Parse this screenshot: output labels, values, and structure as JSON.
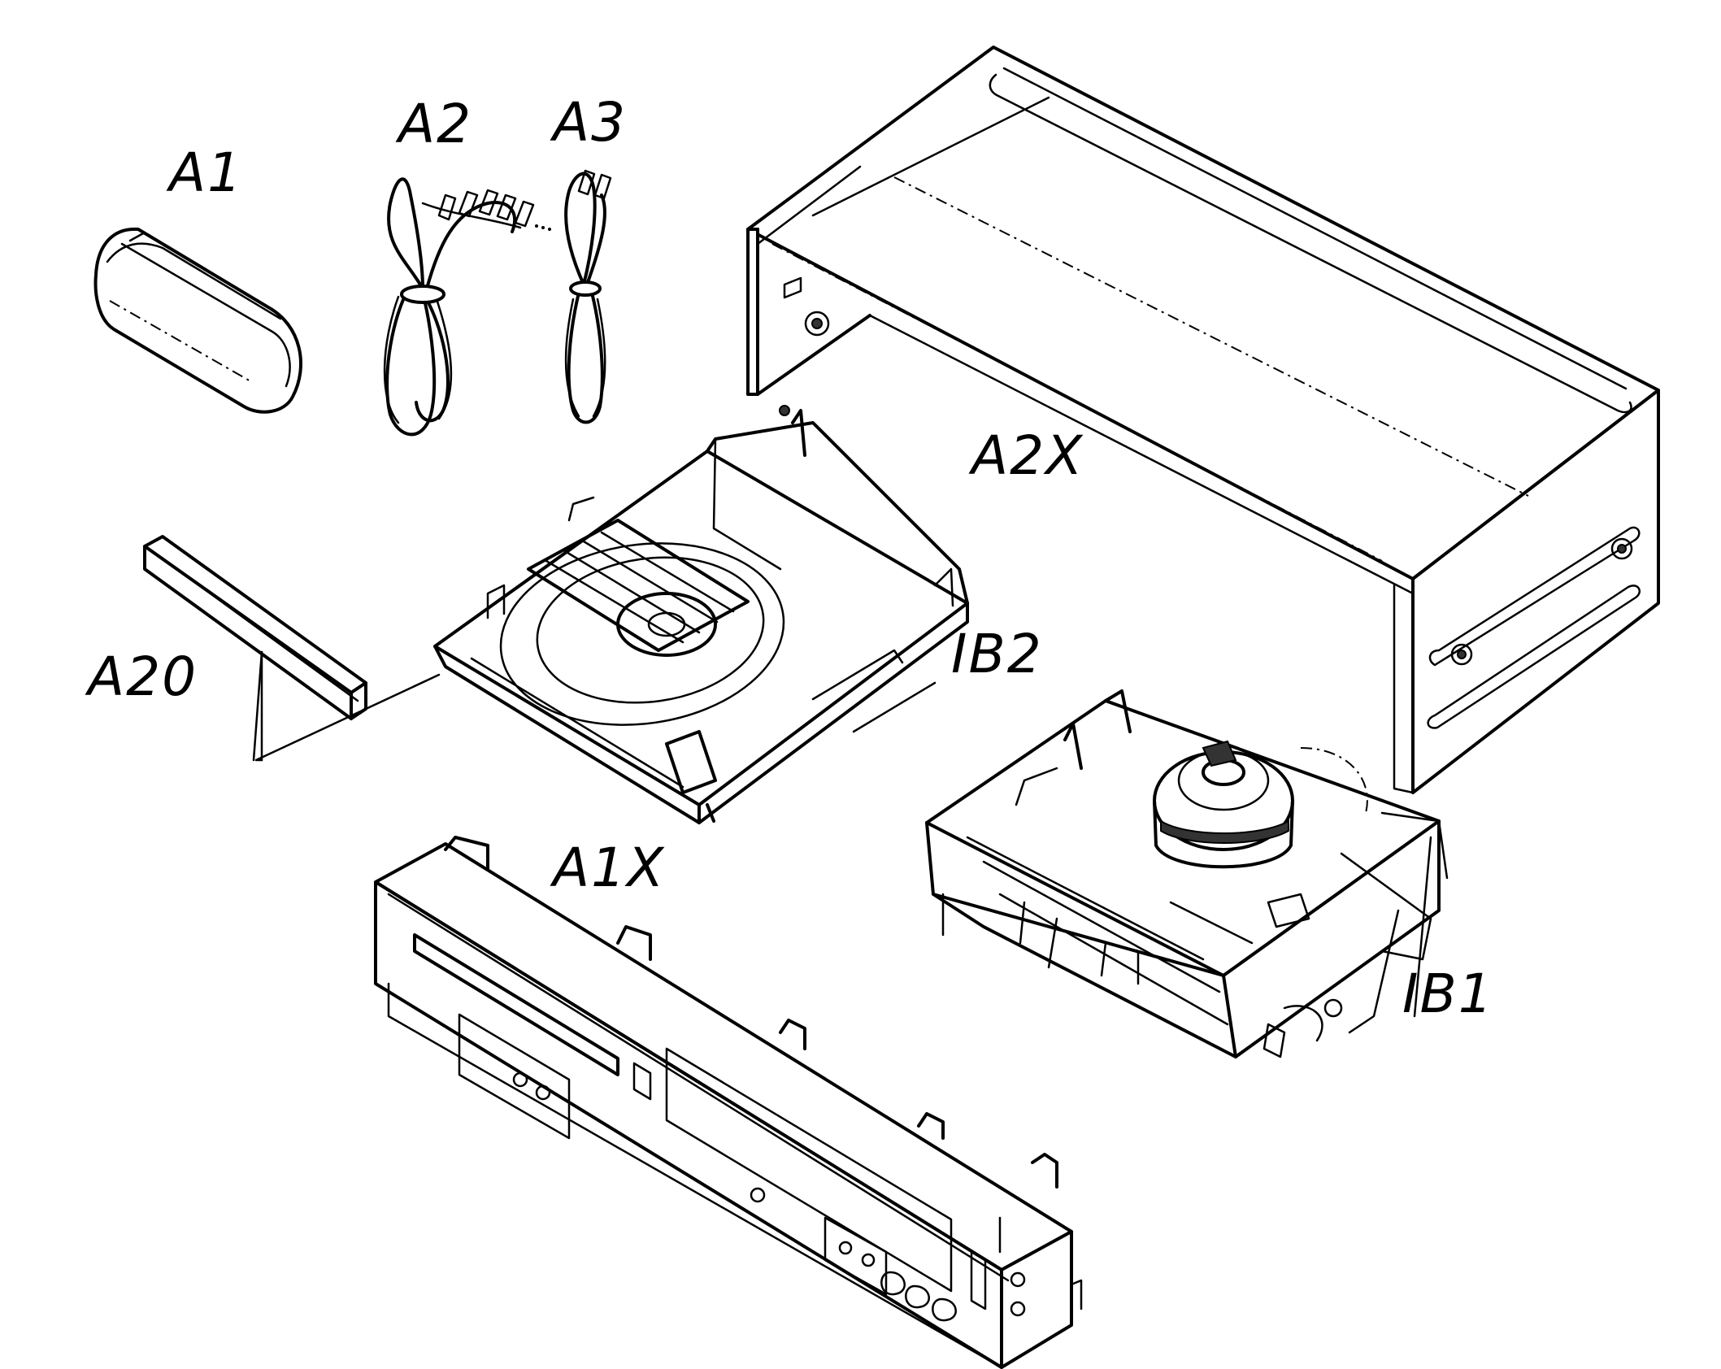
{
  "labels": {
    "a1": "A1",
    "a2": "A2",
    "a3": "A3",
    "a2x": "A2X",
    "a20": "A20",
    "ib2": "IB2",
    "a1x": "A1X",
    "ib1": "IB1"
  }
}
